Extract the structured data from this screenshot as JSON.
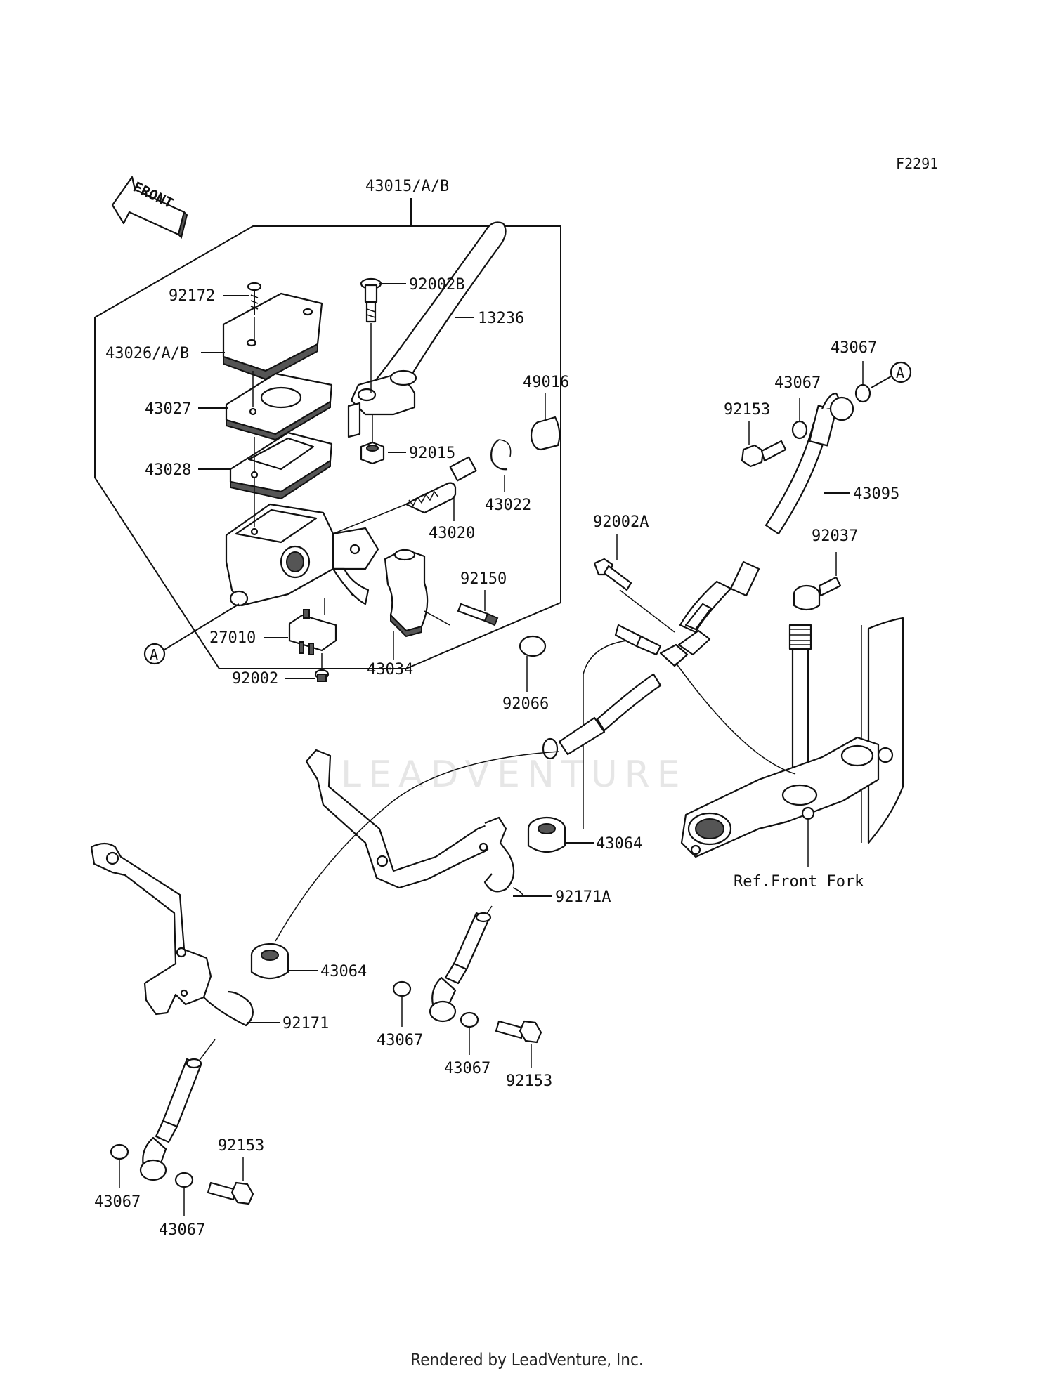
{
  "diagram_code": "F2291",
  "front_arrow_label": "FRONT",
  "watermark": "LEADVENTURE",
  "footer": "Rendered by LeadVenture, Inc.",
  "reference": "Ref.Front Fork",
  "callout_letter": "A",
  "parts": {
    "assembly": "43015/A/B",
    "pin_b": "92002B",
    "screw_cap": "92172",
    "lever": "13236",
    "cap": "43026/A/B",
    "plate": "43027",
    "diaphragm": "43028",
    "nut": "92015",
    "boot": "49016",
    "circlip": "43022",
    "piston": "43020",
    "bolt_holder": "92150",
    "switch": "27010",
    "holder": "43034",
    "screw_switch": "92002",
    "cap_rubber": "92066",
    "bolt_a": "92002A",
    "washer": "43067",
    "banjo_bolt": "92153",
    "hose_upper": "43095",
    "clamp": "92037",
    "grommet": "43064",
    "bracket_a": "92171A",
    "bracket": "92171"
  }
}
